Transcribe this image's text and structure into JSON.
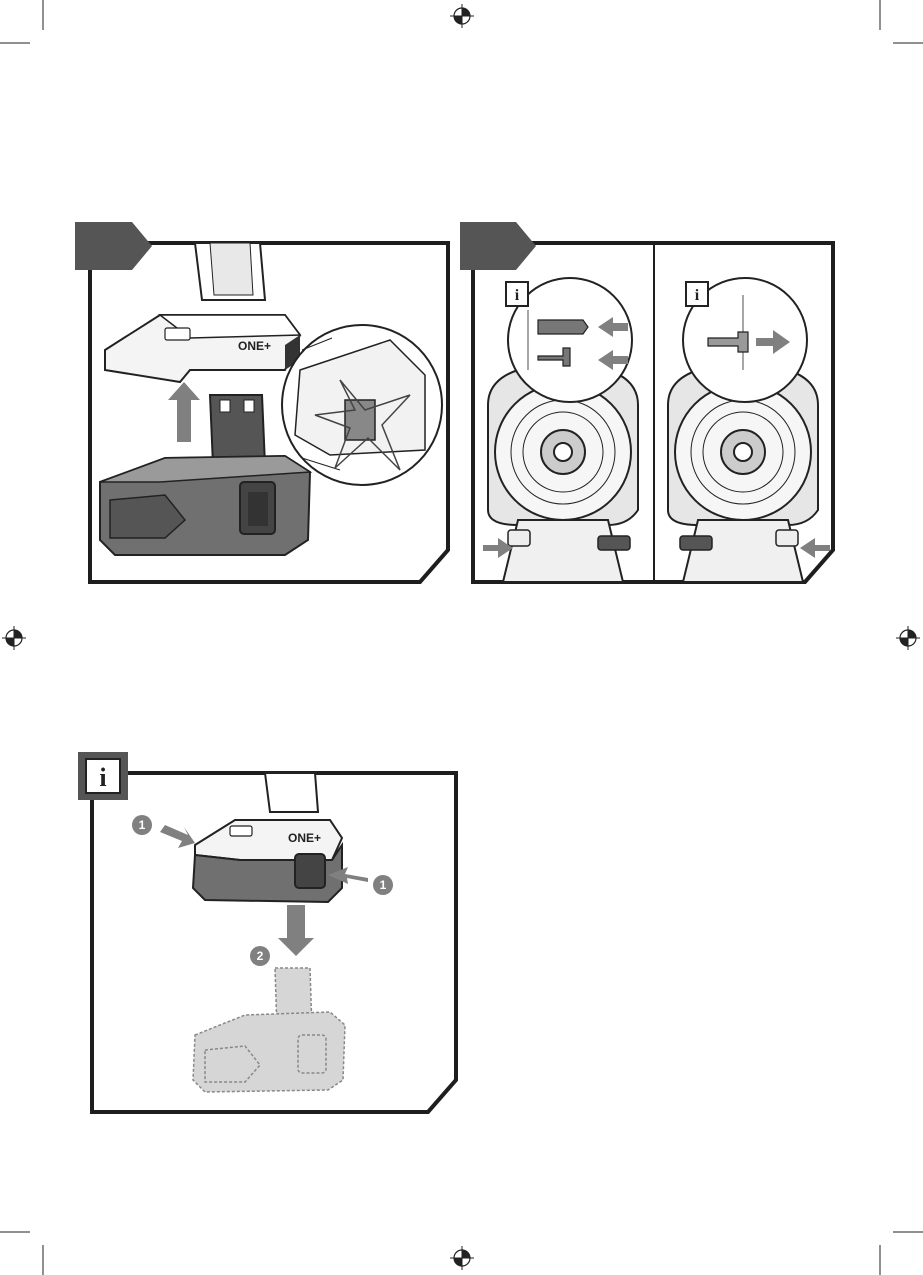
{
  "colors": {
    "ink": "#222222",
    "dark_gray": "#555555",
    "mid_gray": "#808080",
    "light_gray": "#bdbdbd",
    "ghost_gray": "#d6d6d6",
    "frame": "#1e1e1e"
  },
  "icons": {
    "step_tag": "step-arrow-tag-icon",
    "info": "info-i-icon",
    "registration": "registration-crosshair-icon",
    "arrow": "gray-arrow-icon"
  },
  "panel_1": {
    "tool_logo": "ONE+"
  },
  "panel_2": {
    "info_left": "i",
    "info_right": "i"
  },
  "panel_3": {
    "info_badge": "i",
    "tool_logo": "ONE+",
    "callouts": [
      "1",
      "1",
      "2"
    ]
  }
}
